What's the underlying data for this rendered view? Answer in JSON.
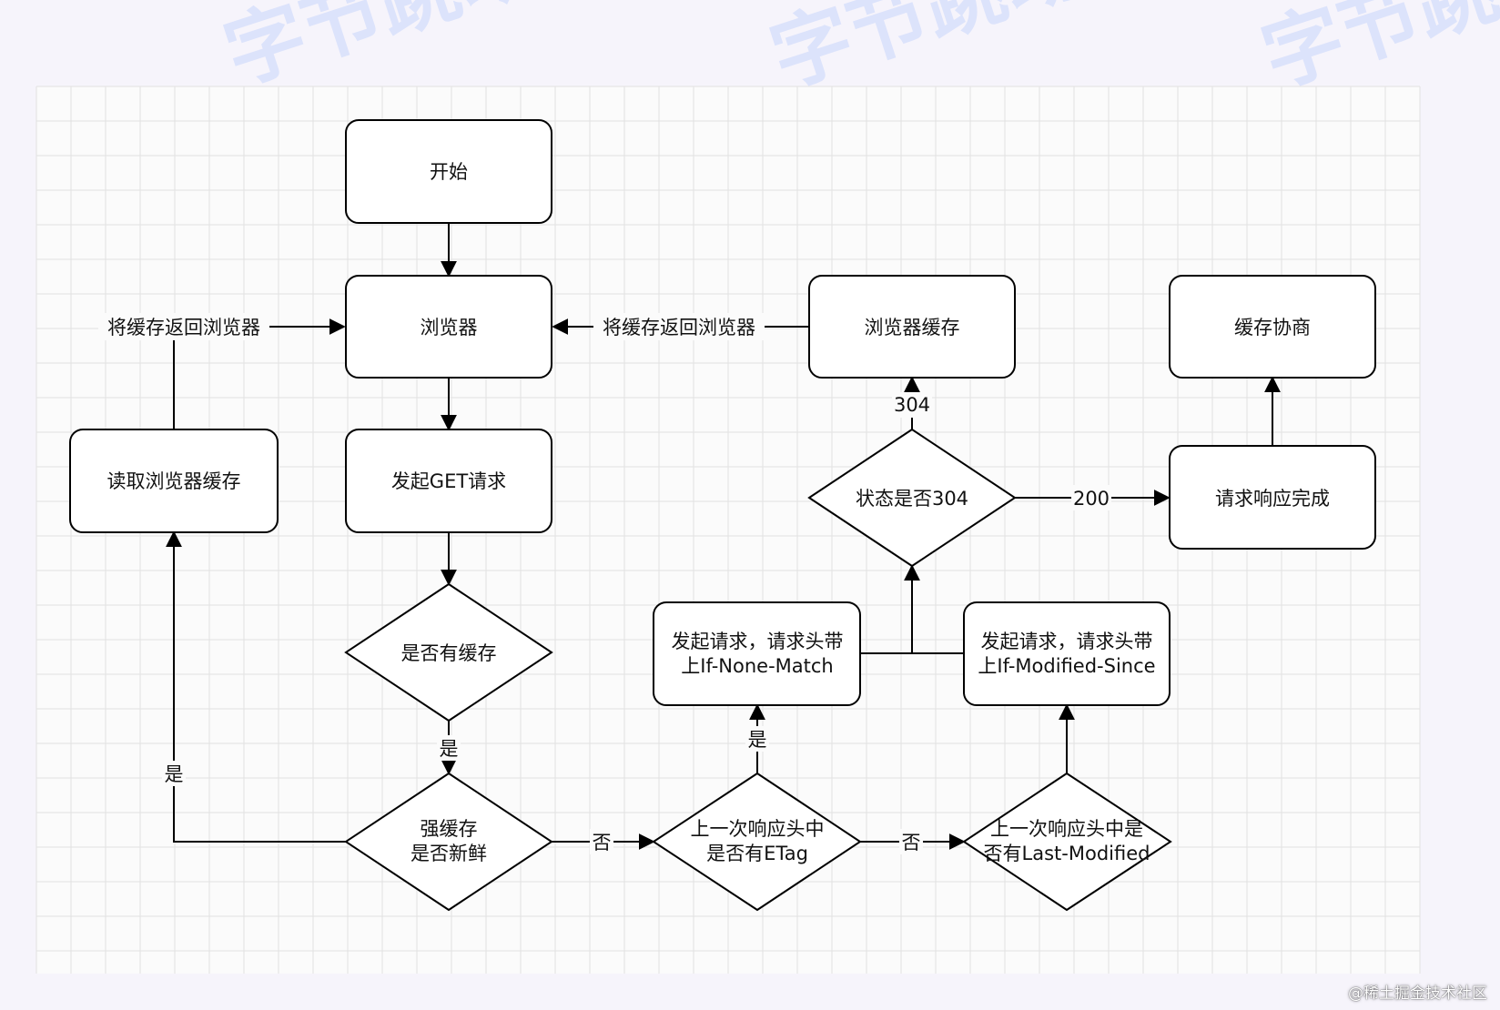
{
  "colors": {
    "background": "#f6f4fb",
    "canvas": "#fbfbfb",
    "grid": "#e2e2e2",
    "stroke": "#000000",
    "node_fill": "#ffffff",
    "brand": "#2d6cff"
  },
  "diagram": {
    "nodes": [
      {
        "id": "start",
        "shape": "rounded-rect",
        "lines": [
          "开始"
        ]
      },
      {
        "id": "browser",
        "shape": "rounded-rect",
        "lines": [
          "浏览器"
        ]
      },
      {
        "id": "get_request",
        "shape": "rounded-rect",
        "lines": [
          "发起GET请求"
        ]
      },
      {
        "id": "has_cache",
        "shape": "diamond",
        "lines": [
          "是否有缓存"
        ]
      },
      {
        "id": "strong_fresh",
        "shape": "diamond",
        "lines": [
          "强缓存",
          "是否新鲜"
        ]
      },
      {
        "id": "read_cache",
        "shape": "rounded-rect",
        "lines": [
          "读取浏览器缓存"
        ]
      },
      {
        "id": "has_etag",
        "shape": "diamond",
        "lines": [
          "上一次响应头中",
          "是否有ETag"
        ]
      },
      {
        "id": "has_last_modified",
        "shape": "diamond",
        "lines": [
          "上一次响应头中是",
          "否有Last-Modified"
        ]
      },
      {
        "id": "req_if_none_match",
        "shape": "rounded-rect",
        "lines": [
          "发起请求，请求头带",
          "上If-None-Match"
        ]
      },
      {
        "id": "req_if_modified_since",
        "shape": "rounded-rect",
        "lines": [
          "发起请求，请求头带",
          "上If-Modified-Since"
        ]
      },
      {
        "id": "is_304",
        "shape": "diamond",
        "lines": [
          "状态是否304"
        ]
      },
      {
        "id": "browser_cache",
        "shape": "rounded-rect",
        "lines": [
          "浏览器缓存"
        ]
      },
      {
        "id": "response_done",
        "shape": "rounded-rect",
        "lines": [
          "请求响应完成"
        ]
      },
      {
        "id": "cache_negotiation",
        "shape": "rounded-rect",
        "lines": [
          "缓存协商"
        ]
      }
    ],
    "edges": [
      {
        "from": "start",
        "to": "browser",
        "label": ""
      },
      {
        "from": "browser",
        "to": "get_request",
        "label": ""
      },
      {
        "from": "get_request",
        "to": "has_cache",
        "label": ""
      },
      {
        "from": "has_cache",
        "to": "strong_fresh",
        "label": "是"
      },
      {
        "from": "strong_fresh",
        "to": "read_cache",
        "label": "是"
      },
      {
        "from": "read_cache",
        "to": "browser",
        "label": "将缓存返回浏览器"
      },
      {
        "from": "strong_fresh",
        "to": "has_etag",
        "label": "否"
      },
      {
        "from": "has_etag",
        "to": "req_if_none_match",
        "label": "是"
      },
      {
        "from": "has_etag",
        "to": "has_last_modified",
        "label": "否"
      },
      {
        "from": "has_last_modified",
        "to": "req_if_modified_since",
        "label": ""
      },
      {
        "from": "req_if_none_match",
        "to": "is_304",
        "label": ""
      },
      {
        "from": "req_if_modified_since",
        "to": "is_304",
        "label": ""
      },
      {
        "from": "is_304",
        "to": "browser_cache",
        "label": "304"
      },
      {
        "from": "browser_cache",
        "to": "browser",
        "label": "将缓存返回浏览器"
      },
      {
        "from": "is_304",
        "to": "response_done",
        "label": "200"
      },
      {
        "from": "response_done",
        "to": "cache_negotiation",
        "label": ""
      }
    ]
  },
  "watermark": {
    "text": "字节跳动",
    "credit": "@稀土掘金技术社区"
  }
}
